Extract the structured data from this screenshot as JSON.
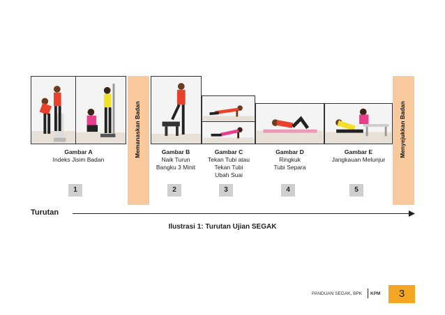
{
  "figure": {
    "items": [
      {
        "title": "Gambar A",
        "lines": [
          "Indeks Jisim Badan"
        ],
        "number": "1"
      },
      {
        "title": "Gambar B",
        "lines": [
          "Naik Turun",
          "Bangku 3 Minit"
        ],
        "number": "2"
      },
      {
        "title": "Gambar C",
        "lines": [
          "Tekan Tubi atau",
          "Tekan Tubi",
          "Ubah Suai"
        ],
        "number": "3"
      },
      {
        "title": "Gambar D",
        "lines": [
          "Ringkuk",
          "Tubi Separa"
        ],
        "number": "4"
      },
      {
        "title": "Gambar E",
        "lines": [
          "Jangkauan Melunjur"
        ],
        "number": "5"
      }
    ],
    "warmup_label": "Memanaskan Badan",
    "cooldown_label": "Menyejukkan Badan",
    "sequence_label": "Turutan",
    "caption": "Ilustrasi 1: Turutan Ujian SEGAK"
  },
  "footer": {
    "text": "PANDUAN SEGAK, BPK",
    "brand": "KPM",
    "page_number": "3"
  },
  "colors": {
    "accent_orange": "#f5a623",
    "bar_peach": "#f8c99d",
    "badge_gray": "#cfcfcf",
    "uniform_red": "#e8412c",
    "uniform_yellow": "#f2e12b"
  }
}
